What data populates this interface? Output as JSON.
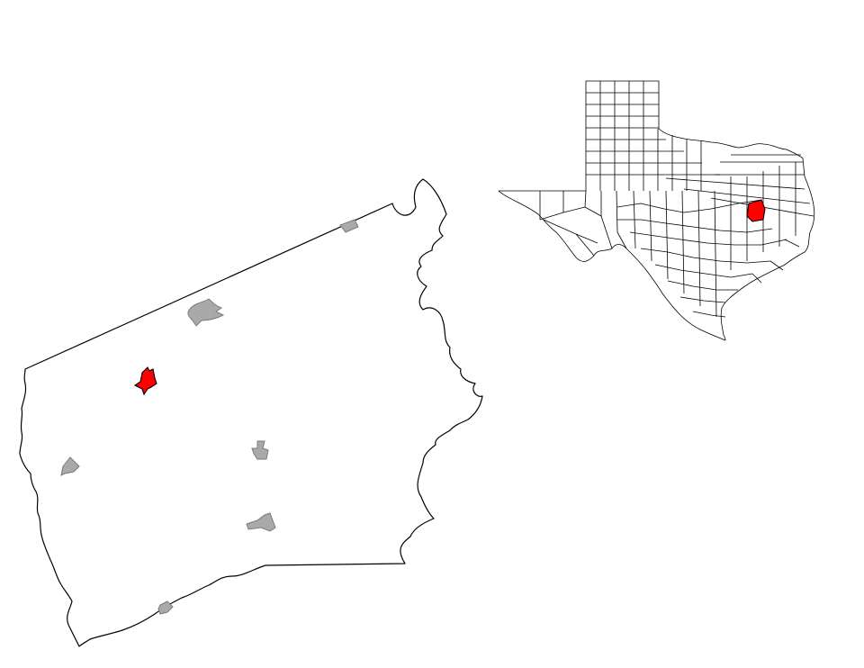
{
  "map": {
    "colors": {
      "background": "#ffffff",
      "boundary": "#000000",
      "highlight": "#ff0000",
      "town_fill": "#a9a9a9",
      "town_stroke": "#7a7a7a"
    },
    "county_detail": {
      "highlighted_town": "highlighted-place",
      "other_towns": [
        "place-1",
        "place-2",
        "place-3",
        "place-4",
        "place-5",
        "place-6"
      ]
    },
    "state_locator": {
      "highlighted_county": "highlighted-county"
    }
  }
}
